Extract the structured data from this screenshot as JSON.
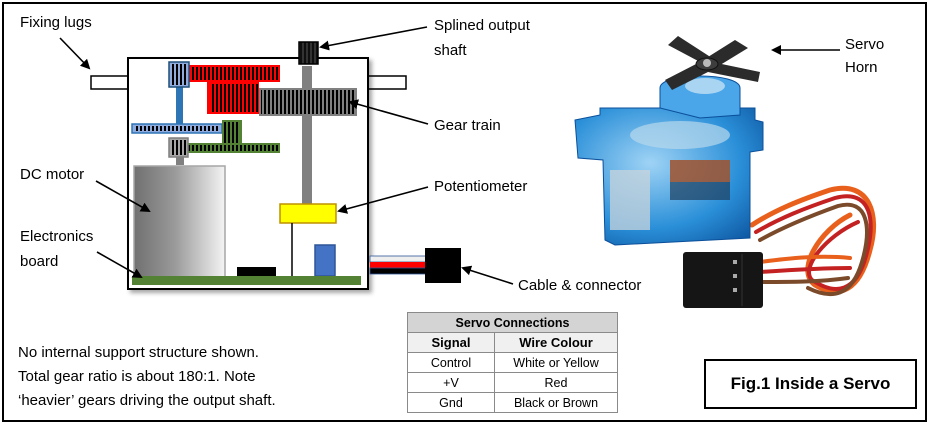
{
  "labels": {
    "fixing_lugs": "Fixing lugs",
    "output_shaft_line1": "Splined output",
    "output_shaft_line2": "shaft",
    "gear_train": "Gear train",
    "potentiometer": "Potentiometer",
    "dc_motor": "DC motor",
    "electronics_line1": "Electronics",
    "electronics_line2": "board",
    "cable_connector": "Cable & connector",
    "servo_horn_line1": "Servo",
    "servo_horn_line2": "Horn"
  },
  "notes": [
    "No internal support structure shown.",
    "Total gear ratio is about 180:1. Note",
    "‘heavier’ gears driving the output shaft."
  ],
  "figure_caption": "Fig.1 Inside a Servo",
  "table": {
    "title": "Servo Connections",
    "headers": [
      "Signal",
      "Wire Colour"
    ],
    "rows": [
      [
        "Control",
        "White or Yellow"
      ],
      [
        "+V",
        "Red"
      ],
      [
        "Gnd",
        "Black or Brown"
      ]
    ]
  },
  "colors": {
    "red_gear": "#ff0000",
    "blue_gear": "#2e75b6",
    "green_gear": "#548235",
    "grey_gear": "#7f7f7f",
    "potentiometer": "#ffff00",
    "pcb": "#548235",
    "chip": "#4472c4",
    "servo_body": "#2a8fd8"
  }
}
